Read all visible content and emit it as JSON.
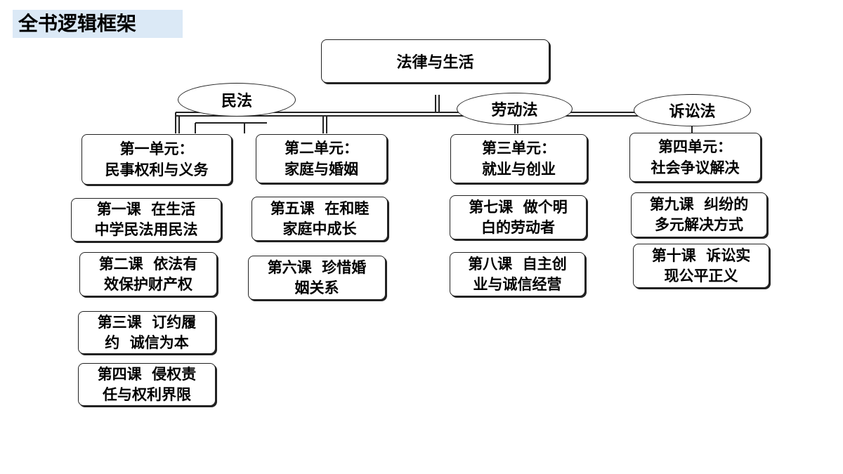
{
  "page_title": "全书逻辑框架",
  "root": "法律与生活",
  "branches": [
    {
      "label": "民法"
    },
    {
      "label": "劳动法"
    },
    {
      "label": "诉讼法"
    }
  ],
  "units": [
    {
      "lines": [
        "第一单元：",
        "民事权利与义务"
      ]
    },
    {
      "lines": [
        "第二单元：",
        "家庭与婚姻"
      ]
    },
    {
      "lines": [
        "第三单元：",
        "就业与创业"
      ]
    },
    {
      "lines": [
        "第四单元：",
        "社会争议解决"
      ]
    }
  ],
  "lessons": [
    {
      "lines": [
        "第一课  在生活",
        "中学民法用民法"
      ]
    },
    {
      "lines": [
        "第二课  依法有",
        "效保护财产权"
      ]
    },
    {
      "lines": [
        "第三课  订约履",
        "约  诚信为本"
      ]
    },
    {
      "lines": [
        "第四课  侵权责",
        "任与权利界限"
      ]
    },
    {
      "lines": [
        "第五课  在和睦",
        "家庭中成长"
      ]
    },
    {
      "lines": [
        "第六课  珍惜婚",
        "姻关系"
      ]
    },
    {
      "lines": [
        "第七课  做个明",
        "白的劳动者"
      ]
    },
    {
      "lines": [
        "第八课  自主创",
        "业与诚信经营"
      ]
    },
    {
      "lines": [
        "第九课  纠纷的",
        "多元解决方式"
      ]
    },
    {
      "lines": [
        "第十课  诉讼实",
        "现公平正义"
      ]
    }
  ]
}
